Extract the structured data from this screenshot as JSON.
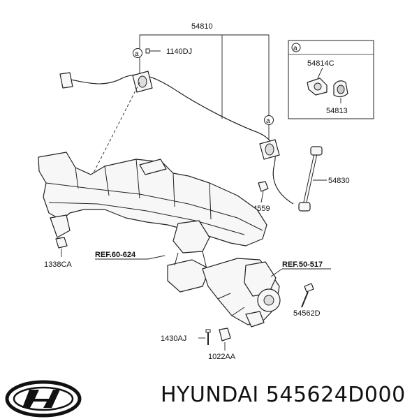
{
  "labels": {
    "p54810": "54810",
    "p1140dj": "1140DJ",
    "p54814c": "54814C",
    "p54813": "54813",
    "p54830": "54830",
    "p54559": "54559",
    "p1338ca": "1338CA",
    "ref60": "REF.60-624",
    "ref50": "REF.50-517",
    "p54562d": "54562D",
    "p1430aj": "1430AJ",
    "p1022aa": "1022AA",
    "marker_a": "a"
  },
  "footer": {
    "brand": "HYUNDAI",
    "part_number": "545624D000"
  },
  "icons": {
    "logo": "hyundai-logo-icon"
  }
}
